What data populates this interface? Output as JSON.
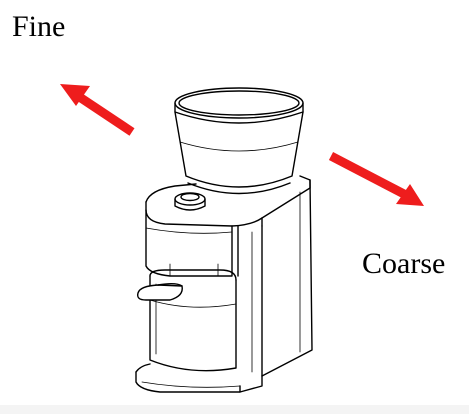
{
  "labels": {
    "fine": "Fine",
    "coarse": "Coarse"
  },
  "colors": {
    "arrow": "#ee1d1d",
    "line": "#000000",
    "background": "#ffffff"
  },
  "icons": {
    "fine_arrow": "arrow-up-left-icon",
    "coarse_arrow": "arrow-down-right-icon",
    "device": "coffee-grinder-illustration"
  }
}
